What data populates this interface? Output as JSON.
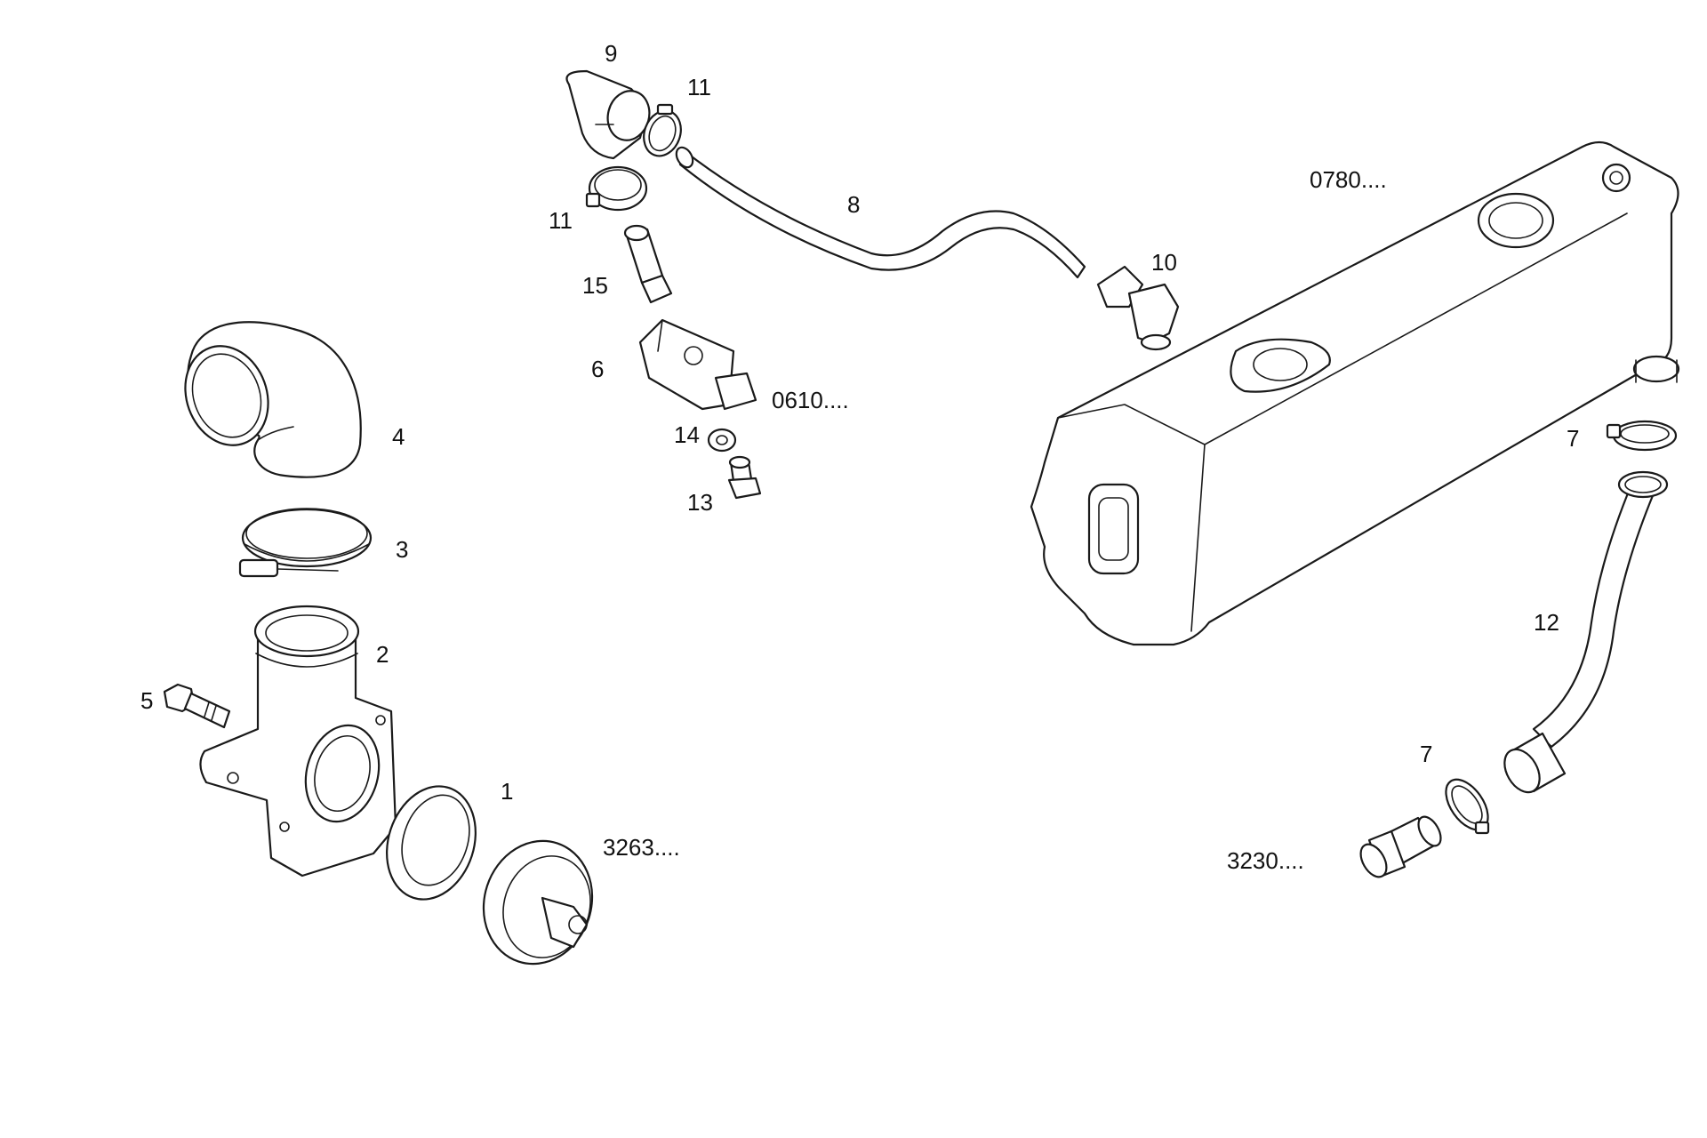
{
  "callouts": {
    "c1": "1",
    "c2": "2",
    "c3": "3",
    "c4": "4",
    "c5": "5",
    "c6": "6",
    "c7a": "7",
    "c7b": "7",
    "c8": "8",
    "c9": "9",
    "c10": "10",
    "c11a": "11",
    "c11b": "11",
    "c12": "12",
    "c13": "13",
    "c14": "14",
    "c15": "15",
    "r0610": "0610....",
    "r0780": "0780....",
    "r3230": "3230....",
    "r3263": "3263...."
  }
}
